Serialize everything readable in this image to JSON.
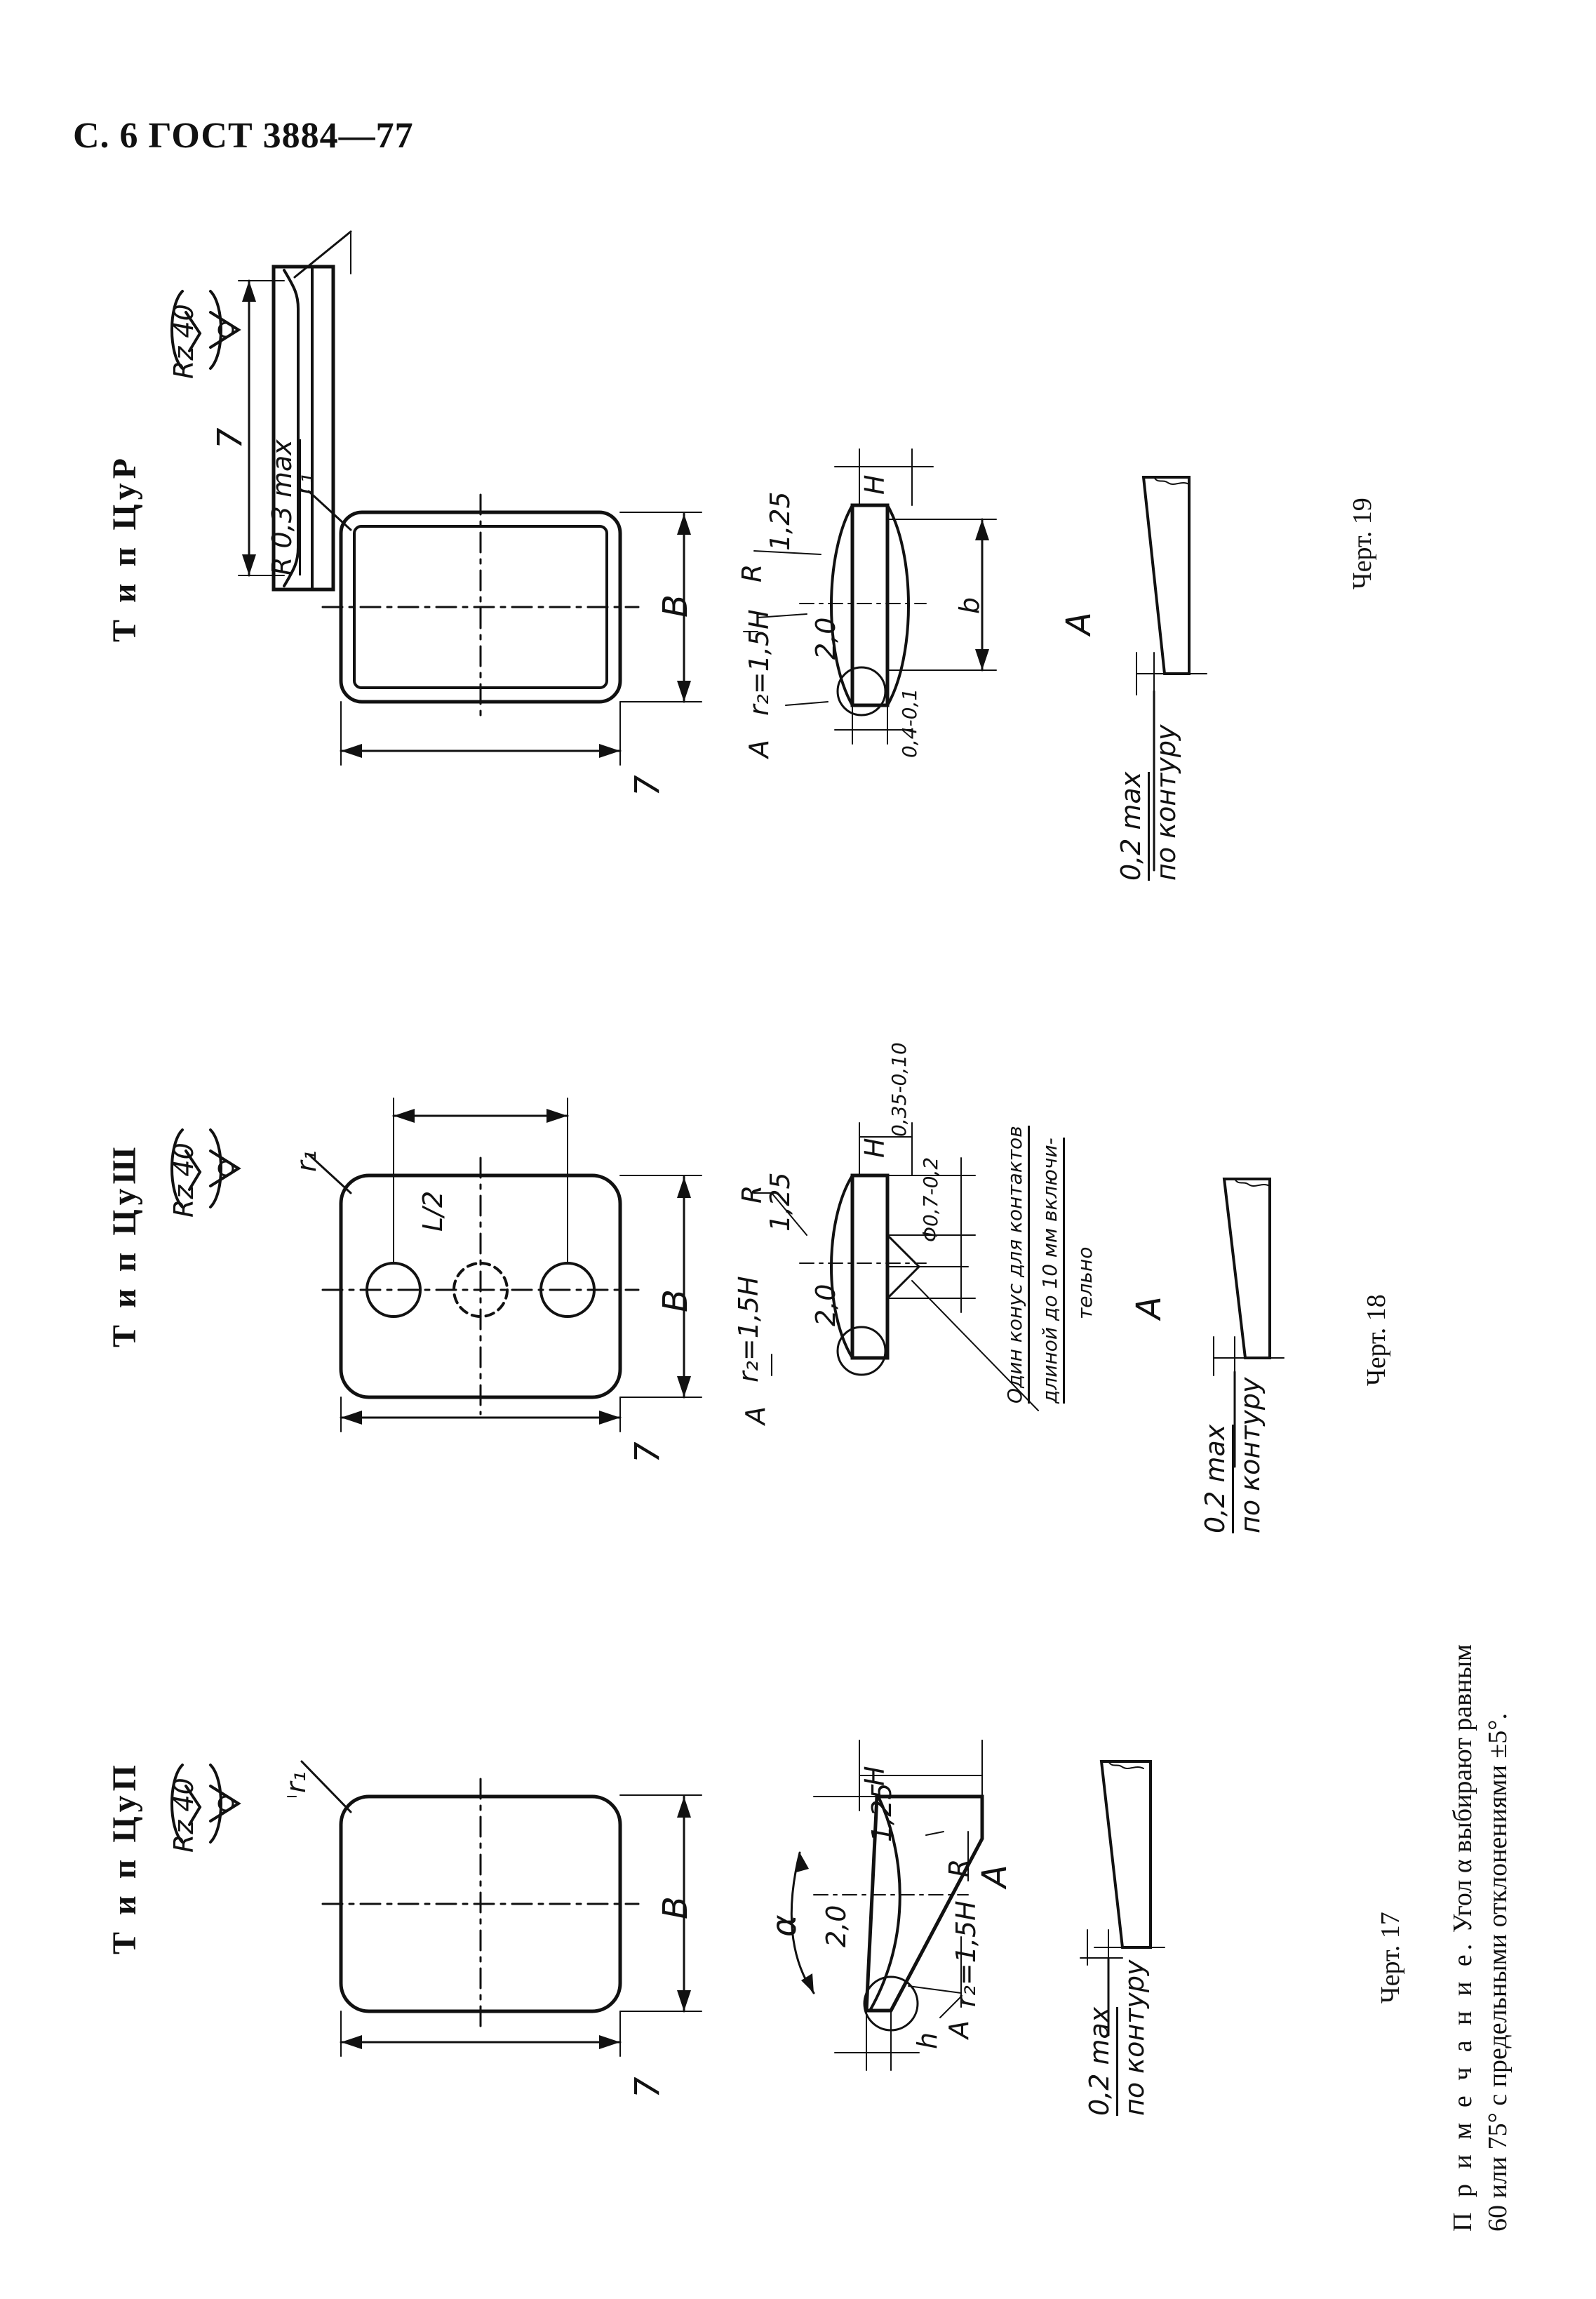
{
  "header": "С. 6 ГОСТ 3884—77",
  "types": {
    "cup": "Т и п ЦуП",
    "cush": "Т и п ЦуШ",
    "cur": "Т и п ЦуР"
  },
  "captions": {
    "ch17": "Черт. 17",
    "ch18": "Черт. 18",
    "ch19": "Черт. 19"
  },
  "note": {
    "lead": "П р и м е ч а н и е.",
    "line1_rest": "Угол α выбирают равным",
    "line2": "60 или 75° с предельными отклонениями ±5°."
  },
  "labels": {
    "roughness": "Rz 40",
    "r1": "r₁",
    "L": "7",
    "B": "В",
    "H": "Н",
    "R": "R",
    "A": "А",
    "b": "b",
    "half_L": "L/2",
    "r2": "r₂=1,5H",
    "rough_a": "1,25",
    "rough_b": "2,0",
    "alpha": "α",
    "h": "h",
    "edge_max": "0,2 max",
    "edge_contour": "по контуру",
    "r03": "R 0,3 max",
    "tol_035": "0,35-0,10",
    "tol_phi": "Φ0,7-0,2",
    "tol_04": "0,4-0,1",
    "cone_line1": "Один конус для контактов",
    "cone_line2": "длиной до 10 мм включи-",
    "cone_line3": "тельно"
  }
}
